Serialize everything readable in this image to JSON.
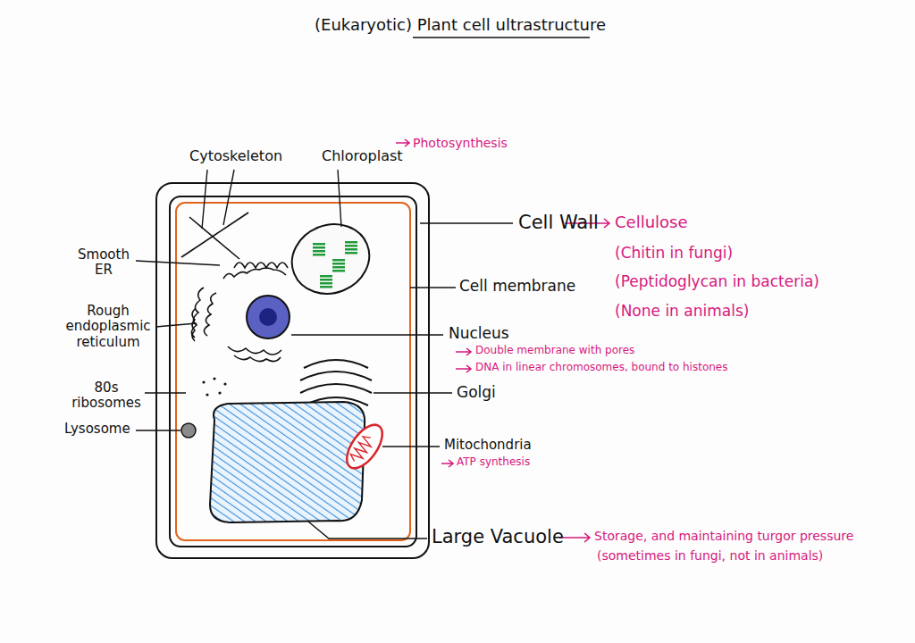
{
  "diagram": {
    "title": "(Eukaryotic) Plant cell ultrastructure",
    "labels": [
      "Cytoskeleton",
      "Chloroplast",
      "Photosynthesis",
      "Smooth ER",
      "Rough endoplasmic reticulum",
      "80s ribosomes",
      "Lysosome",
      "Cell Wall",
      "Cellulose",
      "(Chitin in fungi)",
      "(Peptidoglycan in bacteria)",
      "(None in animals)",
      "Cell membrane",
      "Nucleus",
      "Double membrane with pores",
      "DNA in linear chromosomes, bound to histones",
      "Golgi",
      "Mitochondria",
      "ATP synthesis",
      "Large Vacuole",
      "Storage, and maintaining turgor pressure",
      "(sometimes in fungi, not in animals)"
    ]
  }
}
